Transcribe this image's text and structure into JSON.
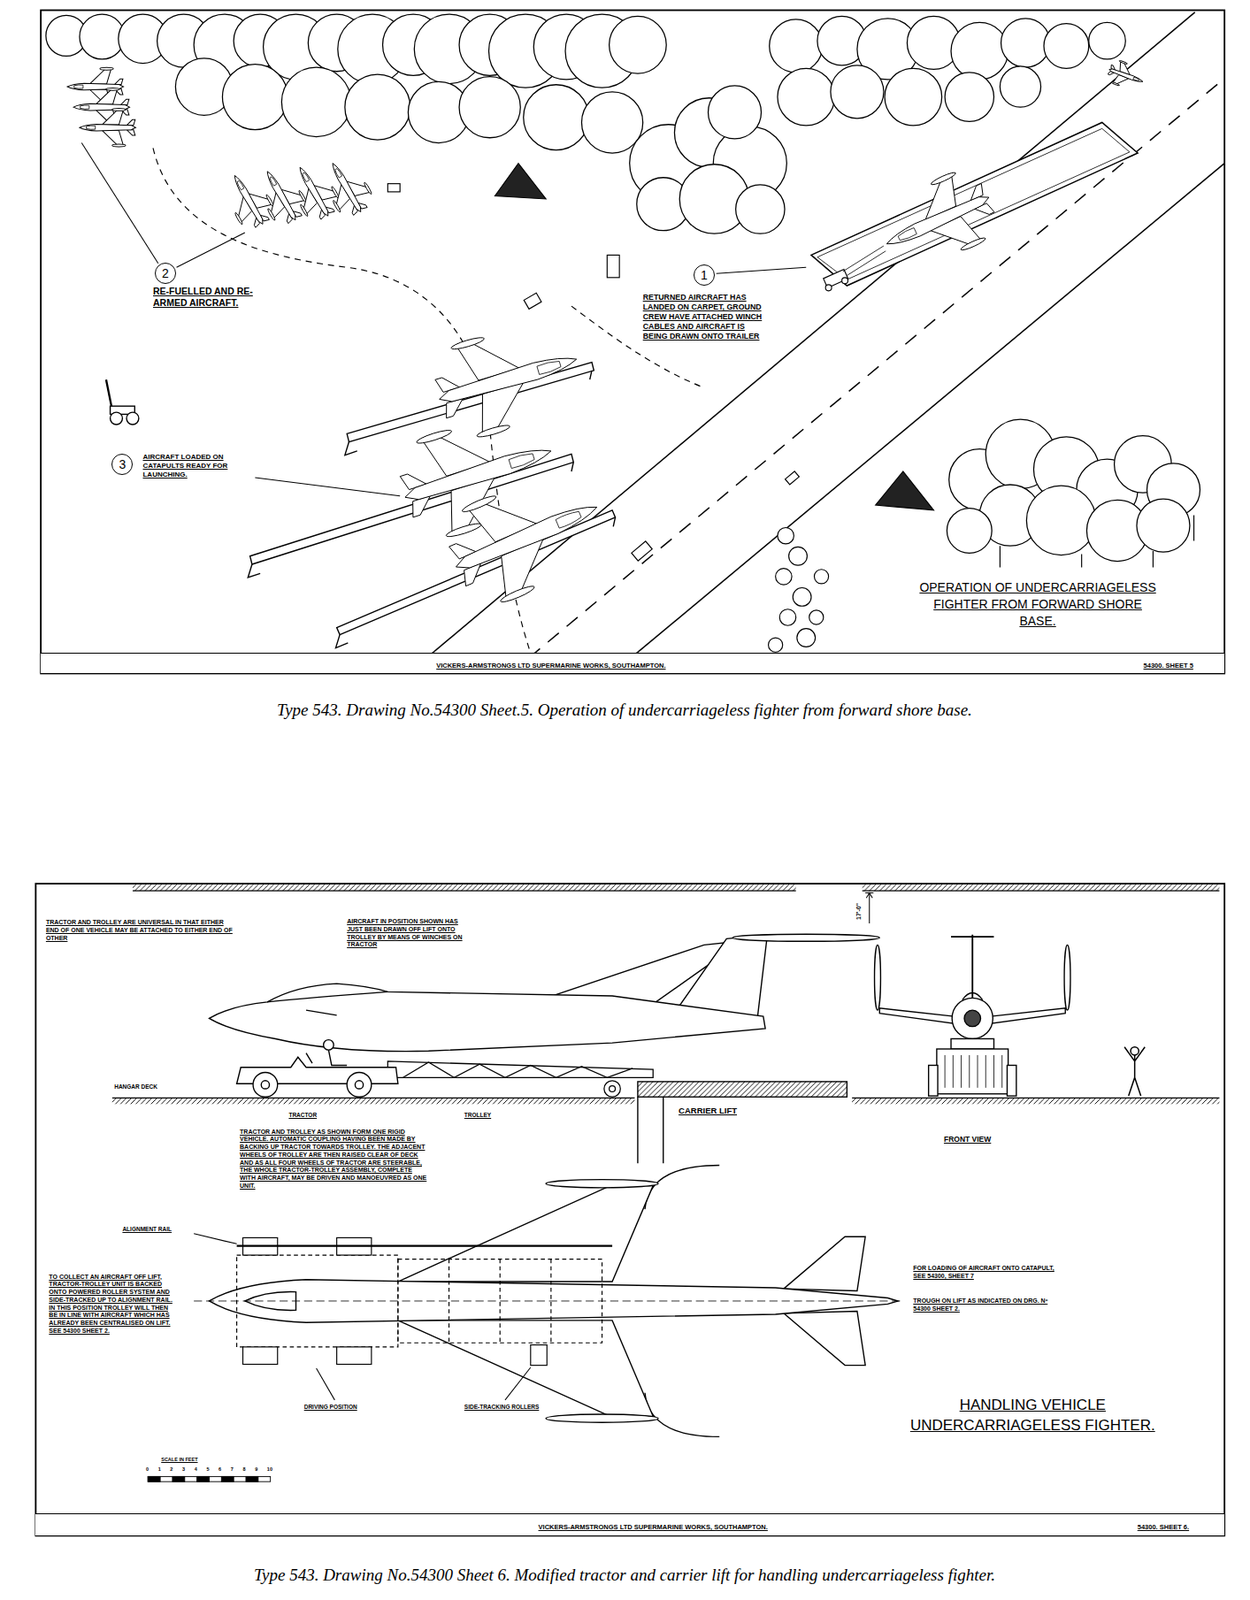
{
  "diagram": {
    "nodes": [
      {
        "text": [
          "2"
        ]
      },
      {
        "text": [
          "1"
        ]
      },
      {
        "text": [
          "3"
        ]
      },
      {
        "text": [
          "VICKERS-ARMSTRONGS LTD SUPERMARINE WORKS, SOUTHAMPTON.",
          "54300. SHEET 5"
        ]
      },
      {
        "text": [
          "VICKERS-ARMSTRONGS LTD SUPERMARINE WORKS, SOUTHAMPTON.",
          "54300. SHEET 6."
        ]
      }
    ],
    "labels": [
      "RE-FUELLED AND RE-ARMED AIRCRAFT.",
      "RETURNED AIRCRAFT HAS LANDED ON CARPET, GROUND CREW HAVE ATTACHED WINCH CABLES AND AIRCRAFT IS BEING DRAWN ONTO TRAILER",
      "AIRCRAFT LOADED ON CATAPULTS READY FOR LAUNCHING.",
      "OPERATION OF UNDERCARRIAGELESS FIGHTER FROM FORWARD SHORE BASE.",
      "Type 543. Drawing No.54300 Sheet.5. Operation of undercarriageless fighter from forward shore base.",
      "TRACTOR AND TROLLEY ARE UNIVERSAL IN THAT EITHER END OF ONE VEHICLE MAY BE ATTACHED TO EITHER END OF OTHER",
      "AIRCRAFT IN POSITION SHOWN HAS JUST BEEN DRAWN OFF LIFT ONTO TROLLEY BY MEANS OF WINCHES ON TRACTOR",
      "17'-0\"",
      "HANGAR DECK",
      "TRACTOR",
      "TROLLEY",
      "CARRIER LIFT",
      "FRONT VIEW",
      "TRACTOR AND TROLLEY AS SHOWN FORM ONE RIGID VEHICLE. AUTOMATIC COUPLING HAVING BEEN MADE BY BACKING UP TRACTOR TOWARDS TROLLEY. THE ADJACENT WHEELS OF TROLLEY ARE THEN RAISED CLEAR OF DECK AND AS ALL FOUR WHEELS OF TRACTOR ARE STEERABLE, THE WHOLE TRACTOR-TROLLEY ASSEMBLY, COMPLETE WITH AIRCRAFT, MAY BE DRIVEN AND MANOEUVRED AS ONE UNIT.",
      "ALIGNMENT RAIL",
      "TO COLLECT AN AIRCRAFT OFF LIFT, TRACTOR-TROLLEY UNIT IS BACKED ONTO POWERED ROLLER SYSTEM AND SIDE-TRACKED UP TO ALIGNMENT RAIL. IN THIS POSITION TROLLEY WILL THEN BE IN LINE WITH AIRCRAFT WHICH HAS ALREADY BEEN CENTRALISED ON LIFT. SEE 54300 SHEET 2.",
      "FOR LOADING OF AIRCRAFT ONTO CATAPULT, SEE 54300, SHEET 7",
      "TROUGH ON LIFT AS INDICATED ON DRG. Nº 54300 SHEET 2.",
      "DRIVING POSITION",
      "SIDE-TRACKING ROLLERS",
      "HANDLING VEHICLE UNDERCARRIAGELESS FIGHTER.",
      "SCALE IN FEET",
      "0 1 2 3 4 5 6 7 8 9 10",
      "Type 543. Drawing No.54300 Sheet 6. Modified tractor and carrier lift for handling undercarriageless fighter."
    ]
  }
}
